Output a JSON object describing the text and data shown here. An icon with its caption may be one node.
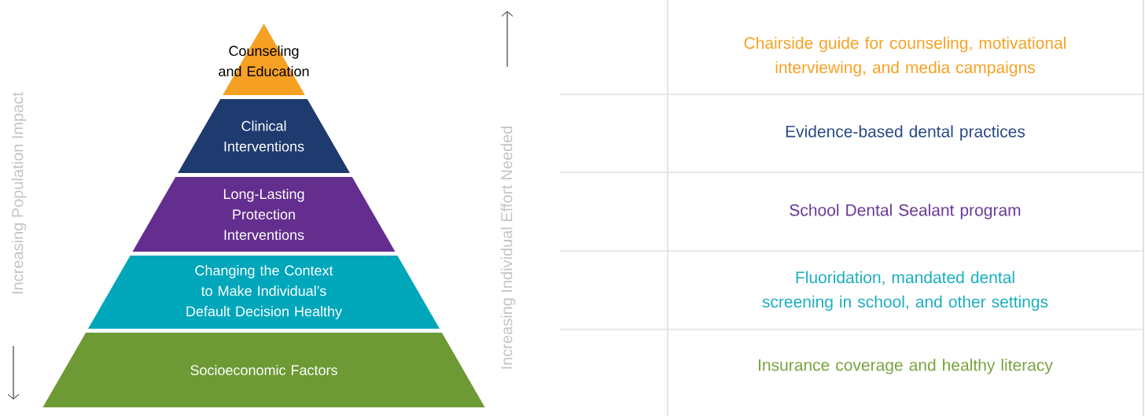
{
  "diagram": {
    "nodes": [
      {
        "text": [
          "Counseling and Education"
        ]
      },
      {
        "text": [
          "Clinical Interventions"
        ]
      },
      {
        "text": [
          "Long-Lasting Protection Interventions"
        ]
      },
      {
        "text": [
          "Changing the Context to Make Individual’s Default Decision Healthy"
        ]
      },
      {
        "text": [
          "Socioeconomic Factors"
        ]
      }
    ],
    "labels": [
      "Increasing Population Impact",
      "Increasing Individual Effort Needed",
      "Chairside guide for counseling, motivational interviewing, and media campaigns",
      "Evidence-based dental practices",
      "School Dental Sealant program",
      "Fluoridation, mandated dental screening in school, and other settings",
      "Insurance coverage and healthy literacy"
    ]
  }
}
